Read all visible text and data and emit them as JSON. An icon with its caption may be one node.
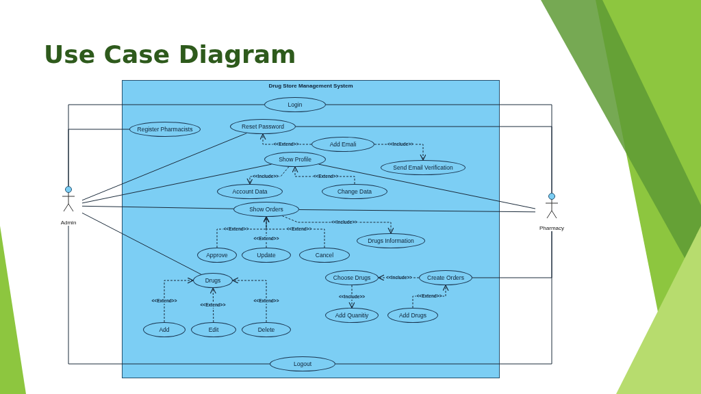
{
  "diagram": {
    "title": "Use Case Diagram",
    "nodes": [
      {
        "text": [
          "Drug Store Management System"
        ]
      },
      {
        "text": [
          "Login"
        ],
        "in": 0
      },
      {
        "text": [
          "Register Pharmacists"
        ],
        "in": 0
      },
      {
        "text": [
          "Reset Password"
        ],
        "in": 0
      },
      {
        "text": [
          "Add Emali"
        ],
        "in": 0
      },
      {
        "text": [
          "Send Email Verification"
        ],
        "in": 0
      },
      {
        "text": [
          "Show Profile"
        ],
        "in": 0
      },
      {
        "text": [
          "Account Data"
        ],
        "in": 0
      },
      {
        "text": [
          "Change Data"
        ],
        "in": 0
      },
      {
        "text": [
          "Admin"
        ]
      },
      {
        "text": [
          "Show Orders"
        ],
        "in": 0
      },
      {
        "text": [
          "Pharmacy"
        ]
      },
      {
        "text": [
          "Drugs Information"
        ],
        "in": 0
      },
      {
        "text": [
          "Approve"
        ],
        "in": 0
      },
      {
        "text": [
          "Update"
        ],
        "in": 0
      },
      {
        "text": [
          "Cancel"
        ],
        "in": 0
      },
      {
        "text": [
          "Drugs"
        ],
        "in": 0
      },
      {
        "text": [
          "Choose Drugs"
        ],
        "in": 0
      },
      {
        "text": [
          "Create Orders"
        ],
        "in": 0
      },
      {
        "text": [
          "Add"
        ],
        "in": 0
      },
      {
        "text": [
          "Edit"
        ],
        "in": 0
      },
      {
        "text": [
          "Delete"
        ],
        "in": 0
      },
      {
        "text": [
          "Add Quanitiy"
        ],
        "in": 0
      },
      {
        "text": [
          "Add Drugs"
        ],
        "in": 0
      },
      {
        "text": [
          "Logout"
        ],
        "in": 0
      }
    ],
    "edges": [
      {
        "from": 9,
        "to": 1,
        "arrow": "none"
      },
      {
        "from": 9,
        "to": 2,
        "arrow": "none"
      },
      {
        "from": 9,
        "to": 3,
        "arrow": "none"
      },
      {
        "from": 9,
        "to": 6,
        "arrow": "none"
      },
      {
        "from": 9,
        "to": 10,
        "arrow": "none"
      },
      {
        "from": 9,
        "to": 16,
        "arrow": "none"
      },
      {
        "from": 9,
        "to": 24,
        "arrow": "none"
      },
      {
        "from": 1,
        "to": 11,
        "arrow": "none"
      },
      {
        "from": 3,
        "to": 11,
        "arrow": "none"
      },
      {
        "from": 6,
        "to": 11,
        "arrow": "none"
      },
      {
        "from": 10,
        "to": 11,
        "arrow": "none"
      },
      {
        "from": 18,
        "to": 11,
        "arrow": "none"
      },
      {
        "from": 24,
        "to": 11,
        "arrow": "none"
      },
      {
        "from": 4,
        "to": 3,
        "arrow": "to",
        "style": "dashed",
        "label": "<<Extend>>"
      },
      {
        "from": 4,
        "to": 5,
        "arrow": "to",
        "style": "dashed",
        "label": "<<Include>>"
      },
      {
        "from": 6,
        "to": 7,
        "arrow": "to",
        "style": "dashed",
        "label": "<<Include>>"
      },
      {
        "from": 8,
        "to": 6,
        "arrow": "to",
        "style": "dashed",
        "label": "<<Extend>>"
      },
      {
        "from": 10,
        "to": 12,
        "arrow": "to",
        "style": "dashed",
        "label": "<<Include>>"
      },
      {
        "from": 13,
        "to": 10,
        "arrow": "to",
        "style": "dashed",
        "label": "<<Extend>>"
      },
      {
        "from": 14,
        "to": 10,
        "arrow": "to",
        "style": "dashed",
        "label": "<<Extend>>"
      },
      {
        "from": 15,
        "to": 10,
        "arrow": "to",
        "style": "dashed",
        "label": "<<Extend>>"
      },
      {
        "from": 19,
        "to": 16,
        "arrow": "to",
        "style": "dashed",
        "label": "<<Extend>>"
      },
      {
        "from": 20,
        "to": 16,
        "arrow": "to",
        "style": "dashed",
        "label": "<<Extend>>"
      },
      {
        "from": 21,
        "to": 16,
        "arrow": "to",
        "style": "dashed",
        "label": "<<Extend>>"
      },
      {
        "from": 18,
        "to": 17,
        "arrow": "to",
        "style": "dashed",
        "label": "<<Include>>"
      },
      {
        "from": 17,
        "to": 22,
        "arrow": "to",
        "style": "dashed",
        "label": "<<Include>>"
      },
      {
        "from": 23,
        "to": 18,
        "arrow": "to",
        "style": "dashed",
        "label": "<<Extend>>"
      }
    ]
  }
}
